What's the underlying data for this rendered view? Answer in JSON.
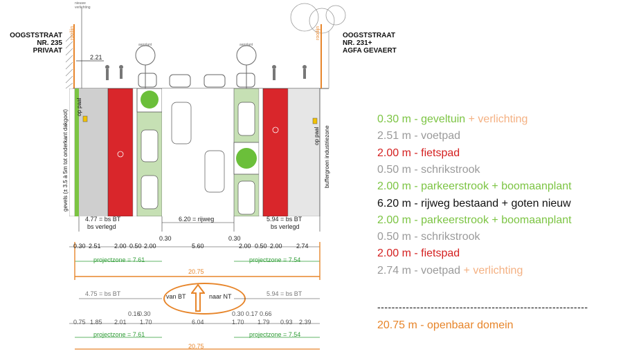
{
  "colors": {
    "green": "#7cc443",
    "gray": "#9a9a9a",
    "red": "#d42020",
    "black": "#111111",
    "light_orange": "#f4b183",
    "orange": "#e7852a",
    "lane_red": "#d9262b",
    "sidewalk_gray": "#cfcfcf",
    "parking_green": "#c6e0b4",
    "tree_green": "#6bbf3a",
    "buffer_gray": "#dcdcdc"
  },
  "left_label": {
    "line1": "OOGSTSTRAAT",
    "line2": "NR. 235",
    "line3": "PRIVAAT"
  },
  "right_label": {
    "line1": "OOGSTSTRAAT",
    "line2": "NR. 231+",
    "line3": "AGFA GEVAERT"
  },
  "plan": {
    "rooilijn_left": "rooilijn",
    "rooilijn_right": "rooilijn",
    "gevels": "gevels (± 3.5 à 5m tot onderkant dakgoot)",
    "op_paal_left": "op paal",
    "op_paal_right": "op paal",
    "buffergroen": "buffergroen industriezone",
    "dim_221": "2.21",
    "top_note": "nieuwe verlichting",
    "aanplant_left": "aanplant",
    "aanplant_right": "aanplant"
  },
  "dims_new": {
    "left_bt": "4.77 = bs BT",
    "left_verlegd": "bs verlegd",
    "rijweg": "6.20 = rijweg",
    "right_bt": "5.94 = bs BT",
    "right_verlegd": "bs verlegd",
    "row_top_a": "0.30",
    "row_top_b": "0.30",
    "row": [
      "0.30",
      "2.51",
      "2.00",
      "0.50",
      "2.00",
      "5.60",
      "2.00",
      "0.50",
      "2.00",
      "2.74"
    ],
    "projectzone_left": "projectzone = 7.61",
    "projectzone_right": "projectzone = 7.54",
    "total": "20.75"
  },
  "arrow": {
    "from": "van BT",
    "to": "naar NT"
  },
  "dims_old": {
    "left_bt": "4.75 = bs BT",
    "right_bt": "5.94 = bs BT",
    "upper": [
      "0.16",
      "0.30",
      "0.30",
      "0.17",
      "0.66"
    ],
    "row": [
      "0.75",
      "1.85",
      "2.01",
      "1.70",
      "6.04",
      "1.70",
      "1.79",
      "0.93",
      "2.39"
    ],
    "projectzone_left": "projectzone = 7.61",
    "projectzone_right": "projectzone = 7.54",
    "total": "20.75"
  },
  "legend": [
    {
      "a": "0.30 m - geveltuin",
      "a_color": "green",
      "b": " + verlichting",
      "b_color": "light_orange"
    },
    {
      "a": "2.51 m - voetpad",
      "a_color": "gray",
      "b": "",
      "b_color": "gray"
    },
    {
      "a": "2.00 m - fietspad",
      "a_color": "red",
      "b": "",
      "b_color": "red"
    },
    {
      "a": "0.50 m - schrikstrook",
      "a_color": "gray",
      "b": "",
      "b_color": "gray"
    },
    {
      "a": "2.00 m - parkeerstrook",
      "a_color": "green",
      "b": " + boomaanplant",
      "b_color": "green"
    },
    {
      "a": "6.20 m - rijweg bestaand + goten nieuw",
      "a_color": "black",
      "b": "",
      "b_color": "black"
    },
    {
      "a": "2.00 m - parkeerstrook",
      "a_color": "green",
      "b": " + boomaanplant",
      "b_color": "green"
    },
    {
      "a": "0.50 m - schrikstrook",
      "a_color": "gray",
      "b": "",
      "b_color": "gray"
    },
    {
      "a": "2.00 m - fietspad",
      "a_color": "red",
      "b": "",
      "b_color": "red"
    },
    {
      "a": "2.74 m - voetpad",
      "a_color": "gray",
      "b": " + verlichting",
      "b_color": "light_orange"
    }
  ],
  "legend_divider": "-----------------------------------------------------------",
  "legend_total": "20.75 m - openbaar domein"
}
